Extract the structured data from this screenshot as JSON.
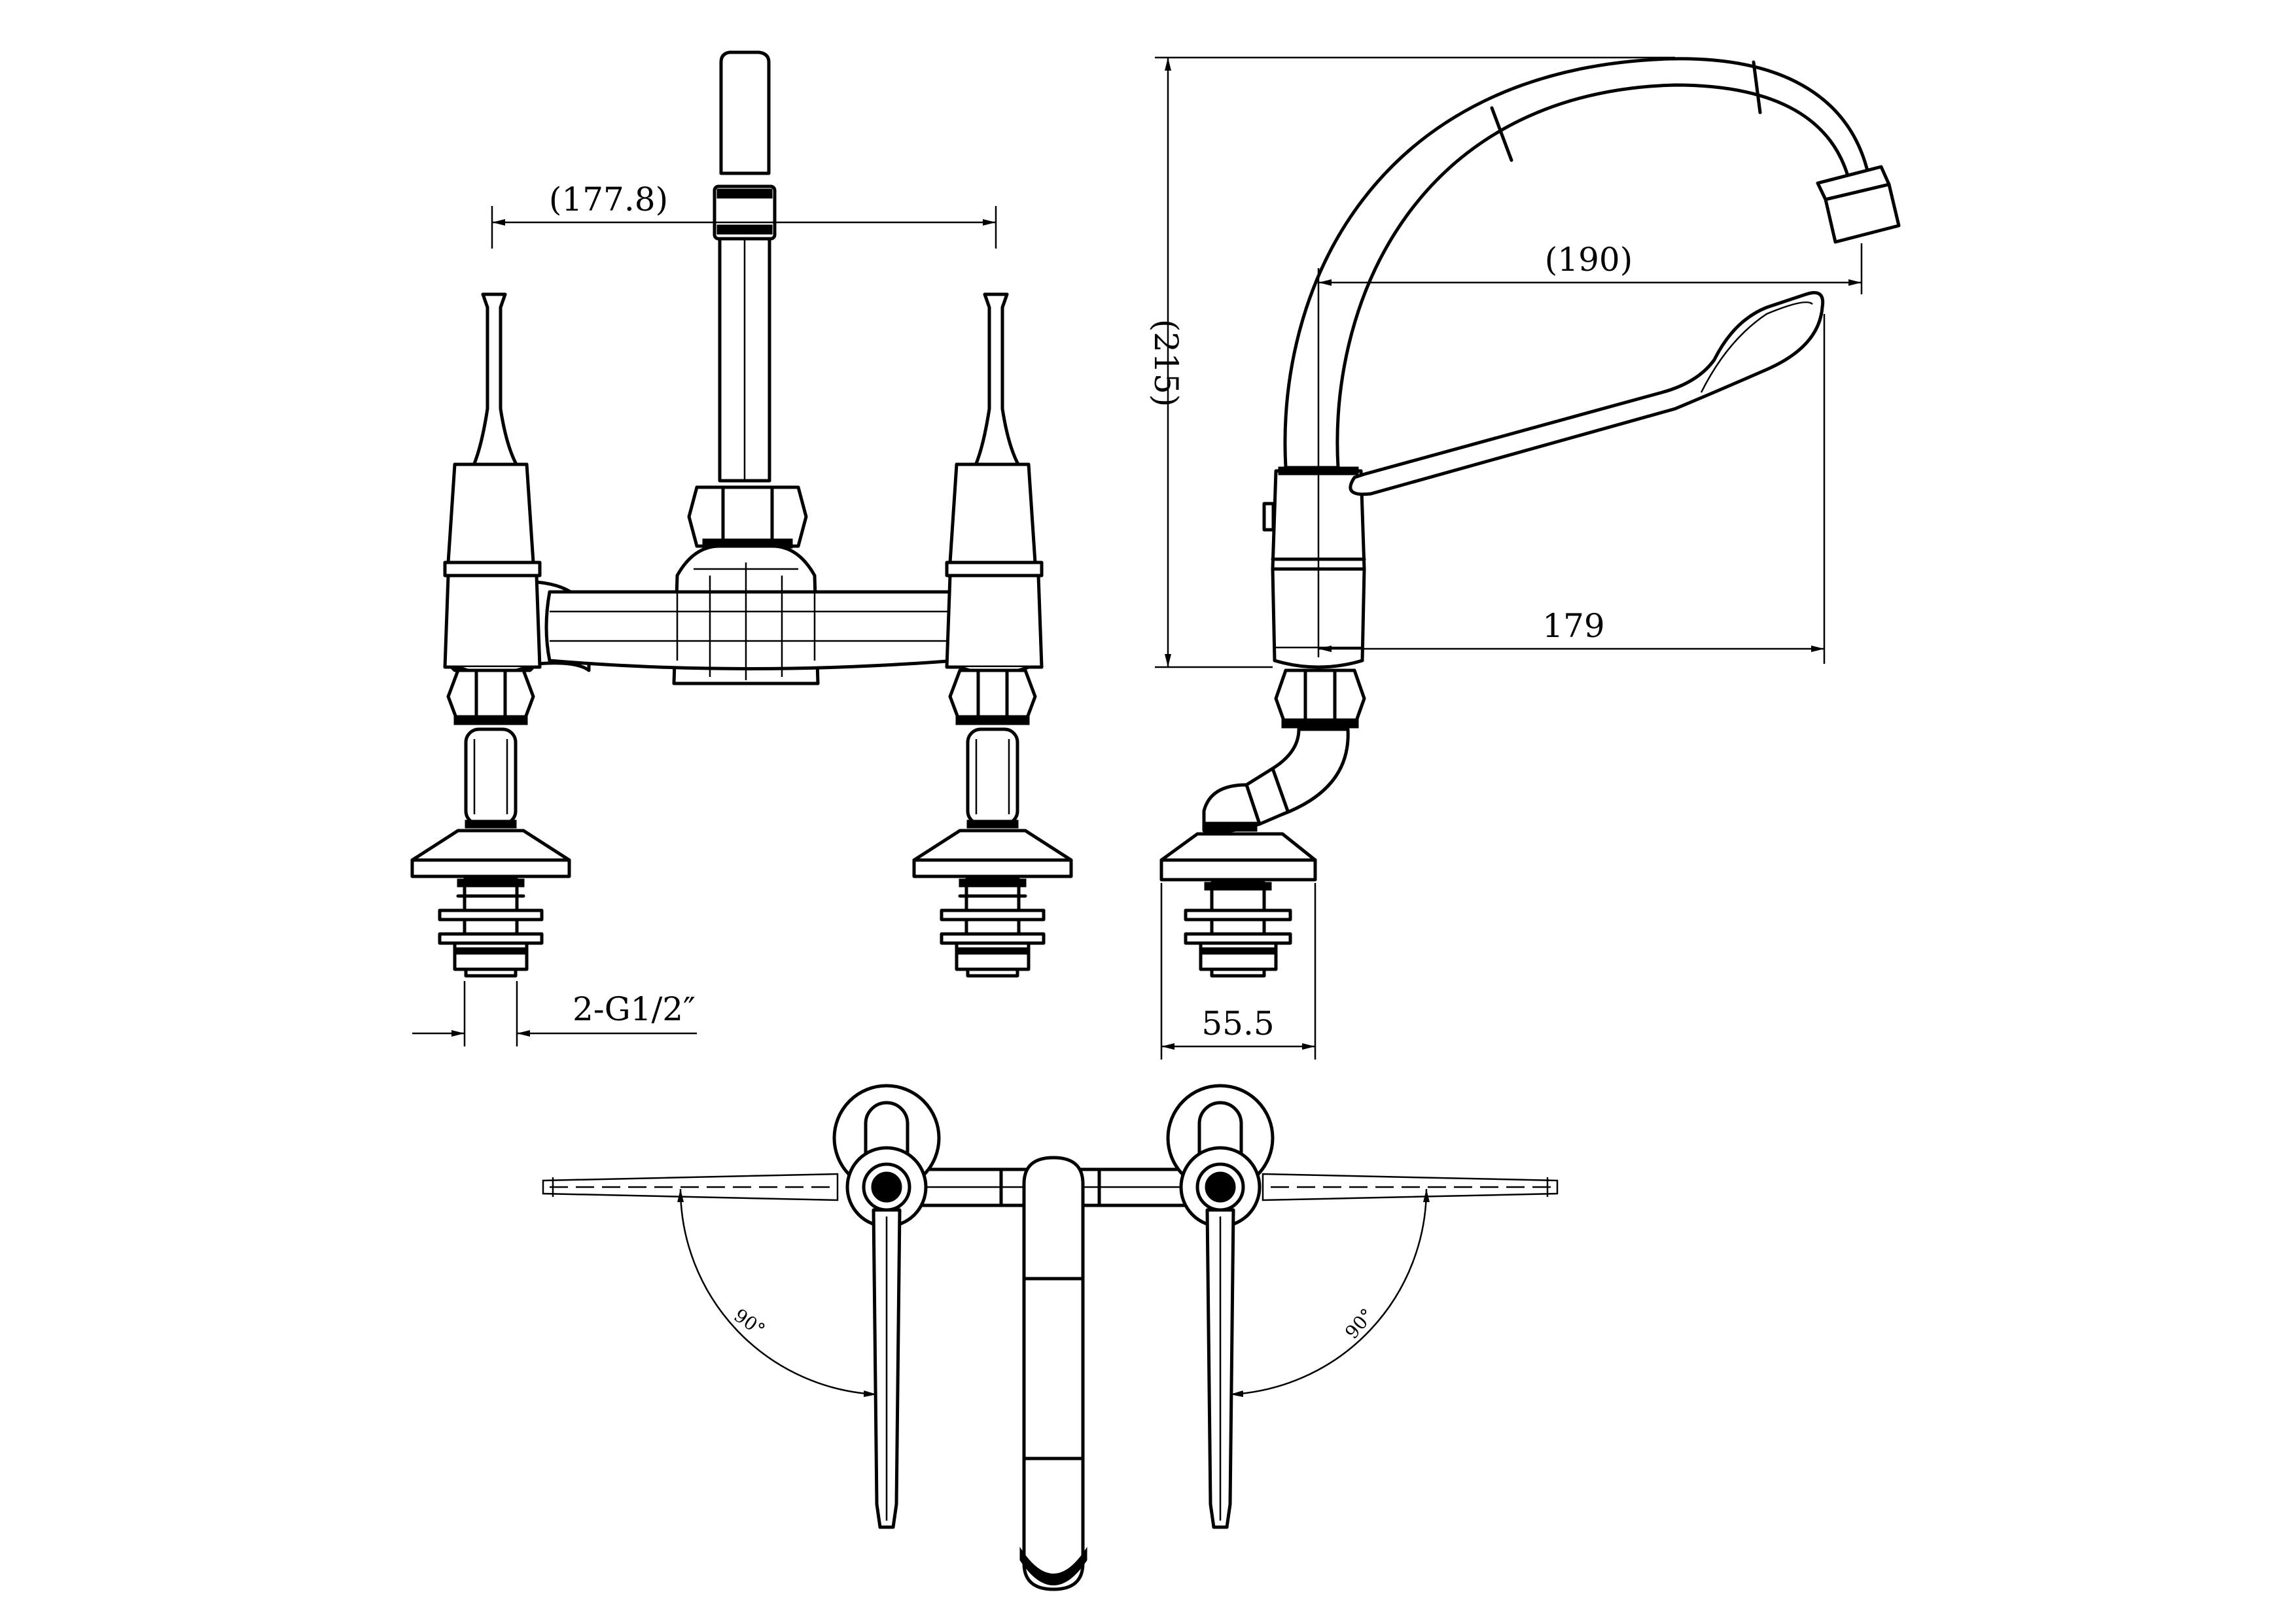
{
  "dimensions": {
    "front_width": "(177.8)",
    "thread": "2-G1/2″",
    "side_height": "(215)",
    "spout_reach": "(190)",
    "lever_reach": "179",
    "base_width": "55.5"
  },
  "angles": {
    "left": "90°",
    "right": "90°"
  }
}
